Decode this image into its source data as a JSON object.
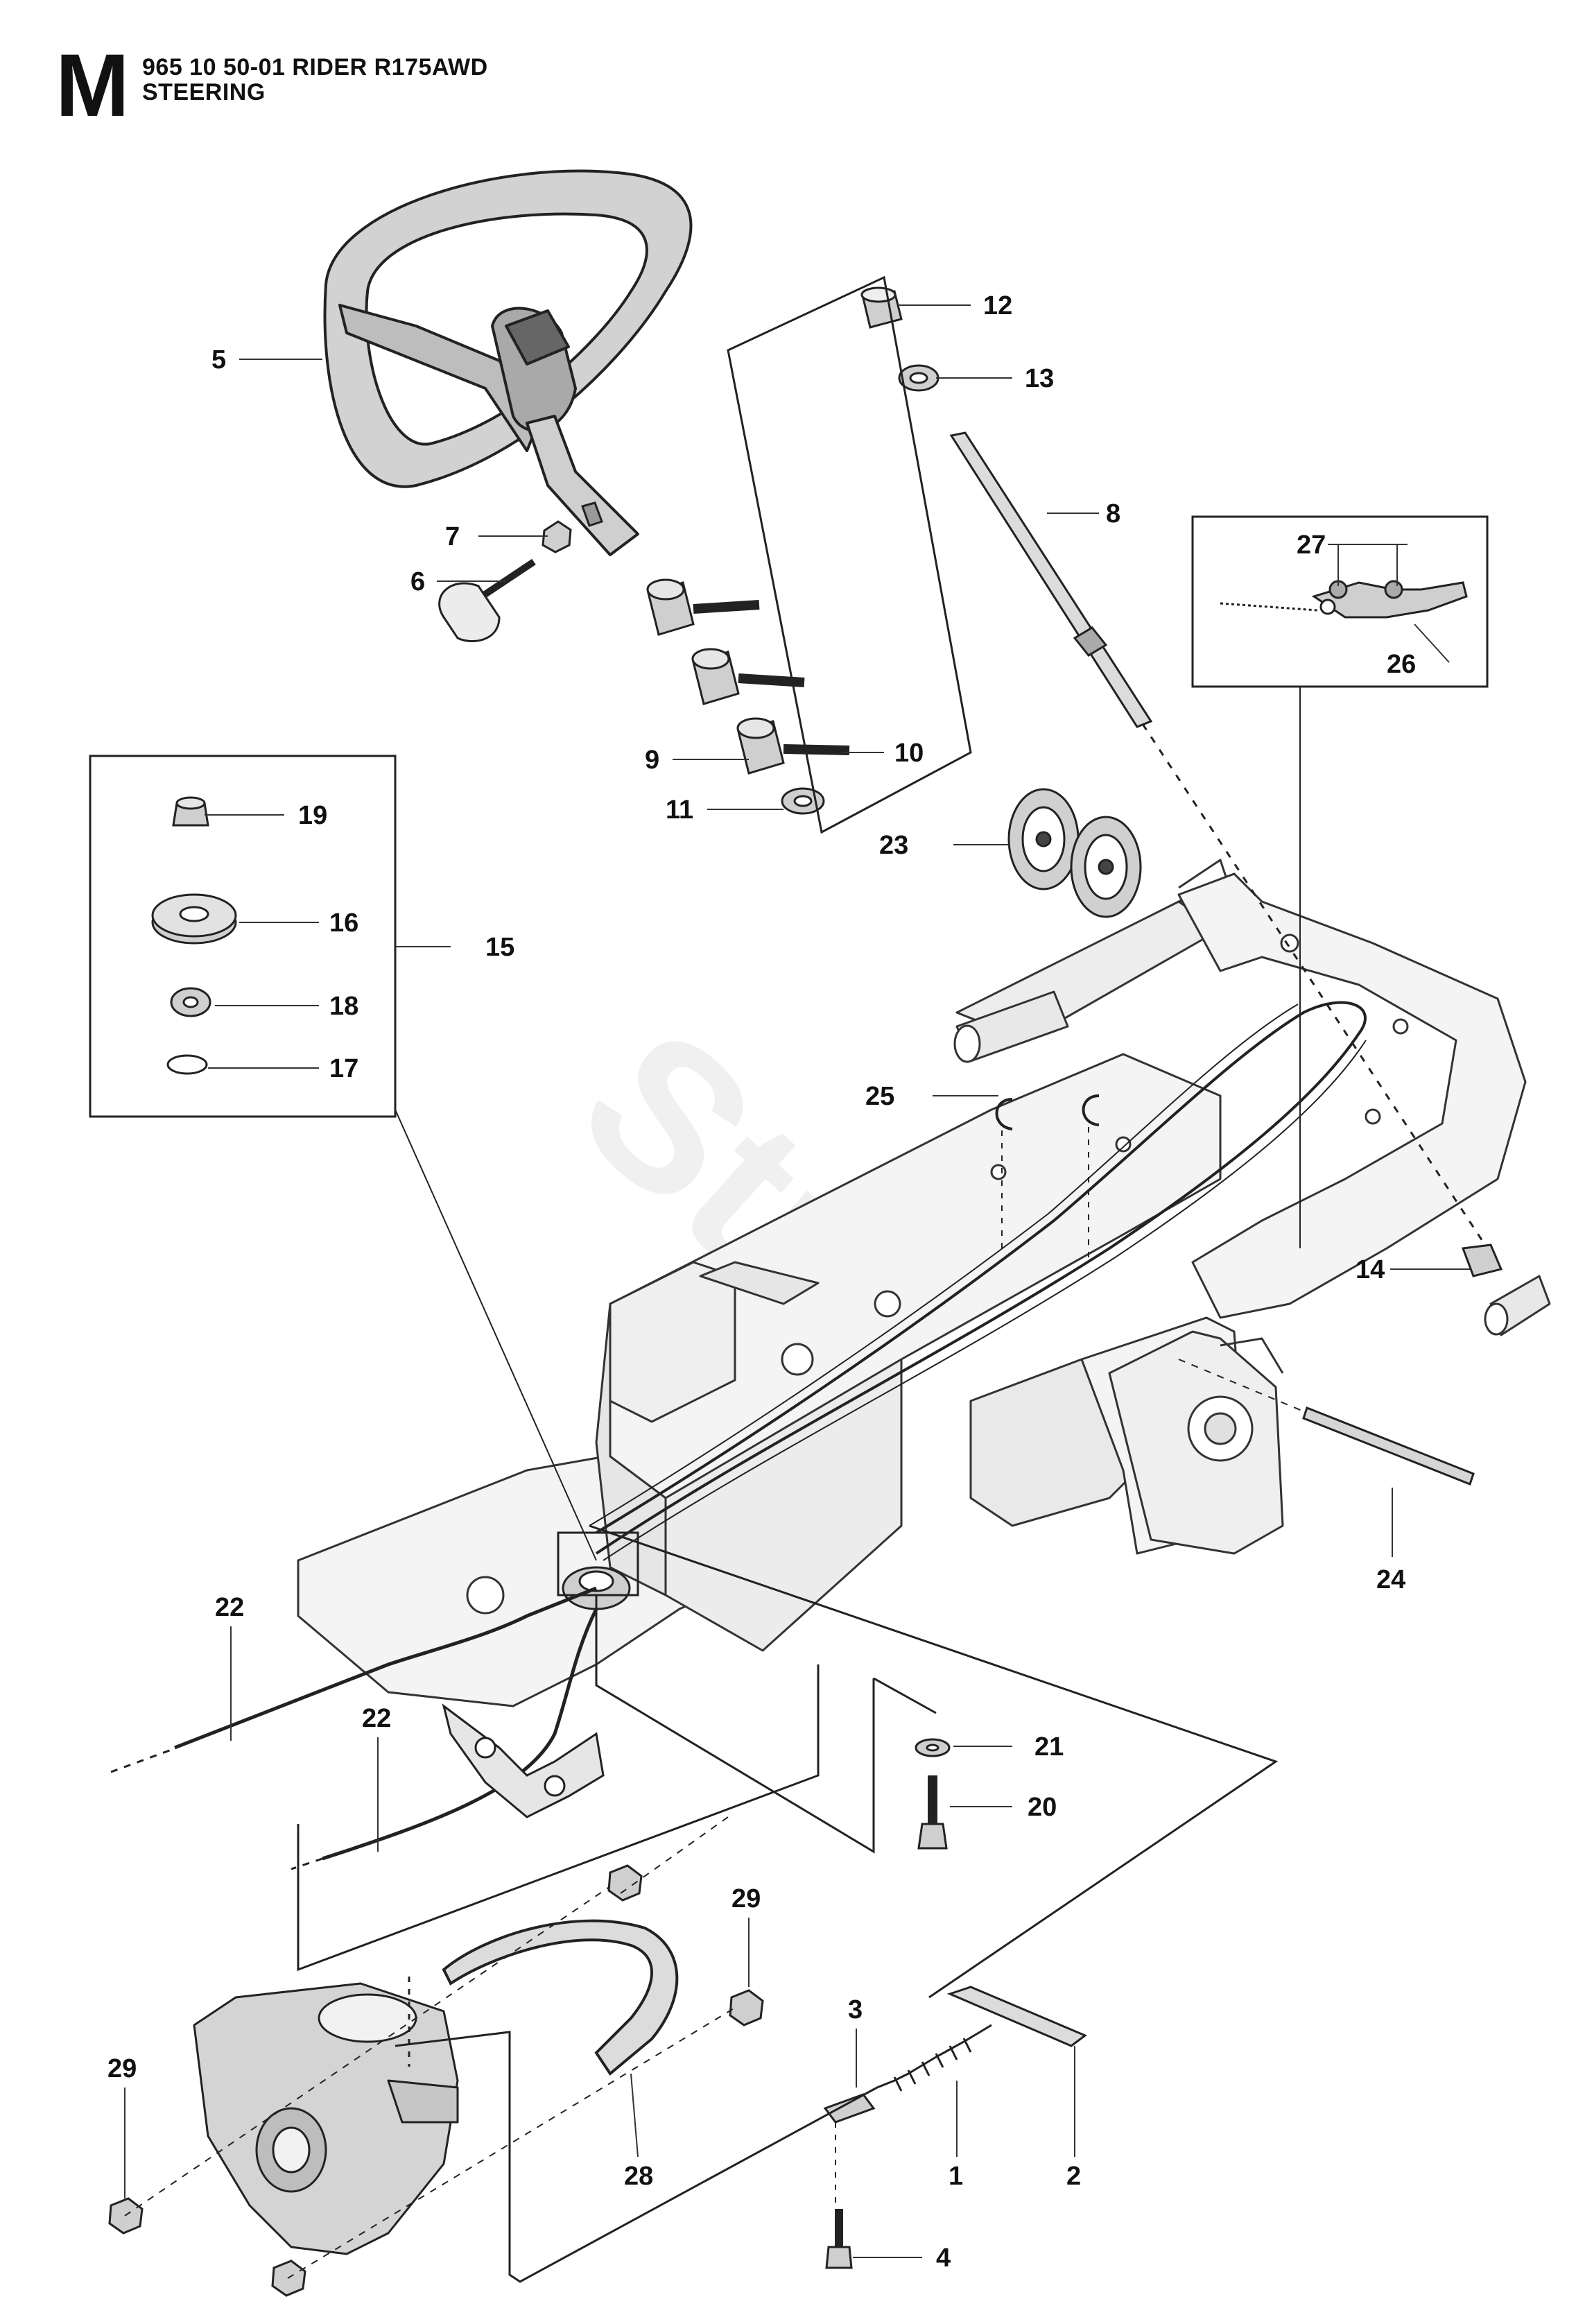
{
  "header": {
    "sheet_letter": "M",
    "model_line": "965 10 50-01 RIDER R175AWD",
    "section": "STEERING"
  },
  "watermark": "Stre",
  "callouts": [
    {
      "id": "c12",
      "label": "12"
    },
    {
      "id": "c13",
      "label": "13"
    },
    {
      "id": "c5",
      "label": "5"
    },
    {
      "id": "c8",
      "label": "8"
    },
    {
      "id": "c7",
      "label": "7"
    },
    {
      "id": "c27",
      "label": "27"
    },
    {
      "id": "c6",
      "label": "6"
    },
    {
      "id": "c26",
      "label": "26"
    },
    {
      "id": "c9",
      "label": "9"
    },
    {
      "id": "c10",
      "label": "10"
    },
    {
      "id": "c11",
      "label": "11"
    },
    {
      "id": "c19",
      "label": "19"
    },
    {
      "id": "c23",
      "label": "23"
    },
    {
      "id": "c16",
      "label": "16"
    },
    {
      "id": "c15",
      "label": "15"
    },
    {
      "id": "c18",
      "label": "18"
    },
    {
      "id": "c17",
      "label": "17"
    },
    {
      "id": "c25",
      "label": "25"
    },
    {
      "id": "c14",
      "label": "14"
    },
    {
      "id": "c24",
      "label": "24"
    },
    {
      "id": "c22a",
      "label": "22"
    },
    {
      "id": "c22b",
      "label": "22"
    },
    {
      "id": "c21",
      "label": "21"
    },
    {
      "id": "c20",
      "label": "20"
    },
    {
      "id": "c29a",
      "label": "29"
    },
    {
      "id": "c3",
      "label": "3"
    },
    {
      "id": "c29b",
      "label": "29"
    },
    {
      "id": "c1",
      "label": "1"
    },
    {
      "id": "c28",
      "label": "28"
    },
    {
      "id": "c2",
      "label": "2"
    },
    {
      "id": "c4",
      "label": "4"
    }
  ],
  "colors": {
    "line": "#222222",
    "part_fill": "#cfcfcf",
    "frame_fill": "#f4f4f4",
    "watermark": "#f0f0f0"
  }
}
